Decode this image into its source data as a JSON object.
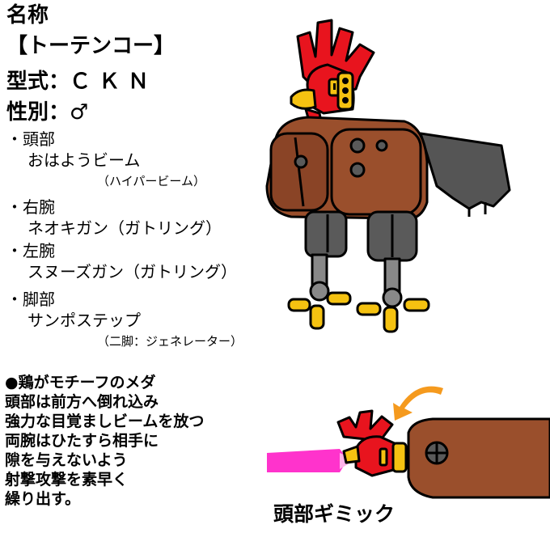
{
  "header": {
    "name_label": "名称",
    "name_value": "【トーテンコー】",
    "model_label": "型式：",
    "model_value": "ＣＫＮ",
    "gender_label": "性別：",
    "gender_value": "♂"
  },
  "parts": [
    {
      "bullet": "・",
      "part": "頭部",
      "weapon": "おはようビーム",
      "note": "（ハイパービーム）"
    },
    {
      "bullet": "・",
      "part": "右腕",
      "weapon": "ネオキガン（ガトリング）",
      "note": ""
    },
    {
      "bullet": "・",
      "part": "左腕",
      "weapon": "スヌーズガン（ガトリング）",
      "note": ""
    },
    {
      "bullet": "・",
      "part": "脚部",
      "weapon": "サンポステップ",
      "note": "（二脚：ジェネレーター）"
    }
  ],
  "description": [
    "●鶏がモチーフのメダ",
    "頭部は前方へ倒れ込み",
    "強力な目覚ましビームを放つ",
    "両腕はひたすら相手に",
    "隙を与えないよう",
    "射撃攻撃を素早く",
    "繰り出す。"
  ],
  "gimmick_caption": "頭部ギミック",
  "colors": {
    "comb_red": "#e8141e",
    "body_brown": "#9a4f2c",
    "leg_gray": "#5a5a5a",
    "foot_yellow": "#f5c211",
    "beam_pink": "#ff33cc",
    "arrow_orange": "#f59a1e"
  }
}
